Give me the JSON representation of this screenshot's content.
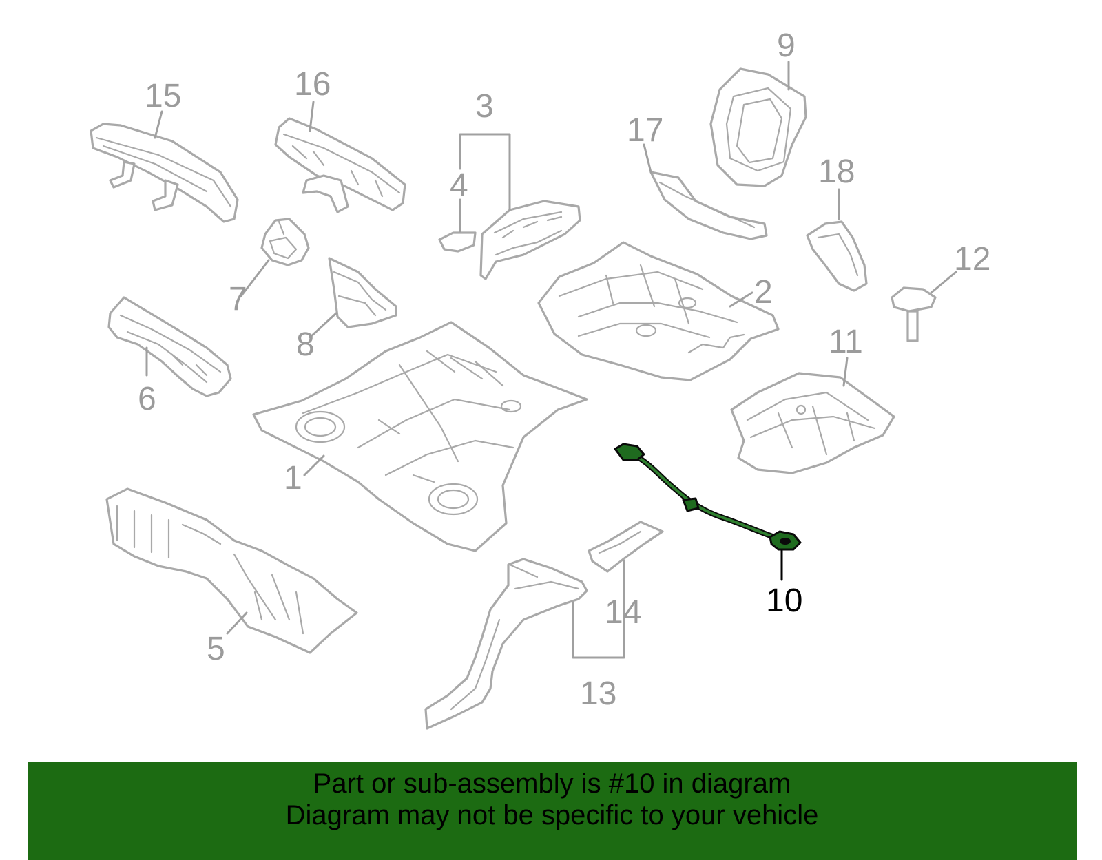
{
  "callouts": {
    "c1": "1",
    "c2": "2",
    "c3": "3",
    "c4": "4",
    "c5": "5",
    "c6": "6",
    "c7": "7",
    "c8": "8",
    "c9": "9",
    "c10": "10",
    "c11": "11",
    "c12": "12",
    "c13": "13",
    "c14": "14",
    "c15": "15",
    "c16": "16",
    "c17": "17",
    "c18": "18"
  },
  "highlighted_part": "10",
  "colors": {
    "banner_background": "#1c6b12",
    "highlight_fill": "#1f6b1f",
    "line_gray": "#a9a9a9"
  },
  "banner": {
    "line1": "Part or sub-assembly is #10 in diagram",
    "line2": "Diagram may not be specific to your vehicle"
  }
}
